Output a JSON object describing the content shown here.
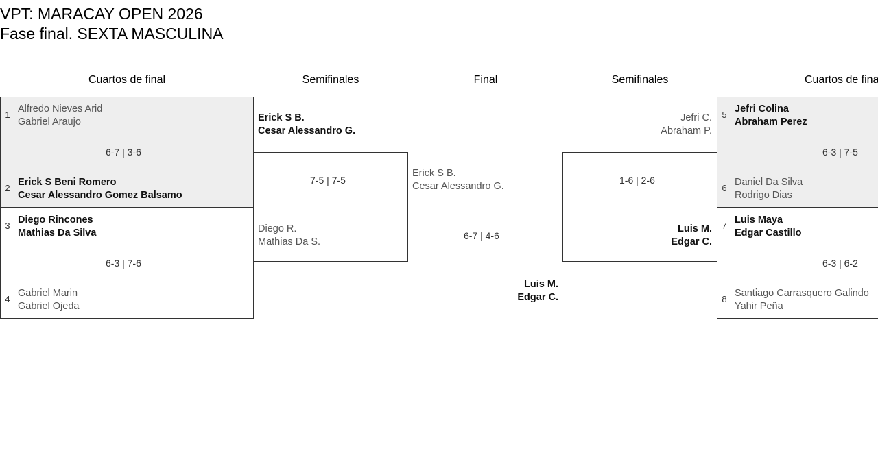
{
  "header": {
    "title_line1": "VPT: MARACAY OPEN 2026",
    "title_line2": "Fase final. SEXTA MASCULINA"
  },
  "rounds": [
    {
      "label": "Cuartos de final"
    },
    {
      "label": "Semifinales"
    },
    {
      "label": "Final"
    },
    {
      "label": "Semifinales"
    },
    {
      "label": "Cuartos de final"
    }
  ],
  "bracket": {
    "left_qf": [
      {
        "match_id": "left-qf-1",
        "score": "6-7 | 3-6",
        "top": {
          "seed": "1",
          "p1": "Alfredo Nieves Arid",
          "p2": "Gabriel Araujo",
          "winner": false
        },
        "bottom": {
          "seed": "2",
          "p1": "Erick S Beni Romero",
          "p2": "Cesar Alessandro Gomez Balsamo",
          "winner": true
        }
      },
      {
        "match_id": "left-qf-2",
        "score": "6-3 | 7-6",
        "top": {
          "seed": "3",
          "p1": "Diego Rincones",
          "p2": "Mathias Da Silva",
          "winner": true
        },
        "bottom": {
          "seed": "4",
          "p1": "Gabriel Marin",
          "p2": "Gabriel Ojeda",
          "winner": false
        }
      }
    ],
    "left_sf": {
      "match_id": "left-sf",
      "score": "7-5 | 7-5",
      "top": {
        "p1": "Erick S B.",
        "p2": "Cesar Alessandro G.",
        "winner": true
      },
      "bottom": {
        "p1": "Diego R.",
        "p2": "Mathias Da S.",
        "winner": false
      }
    },
    "final": {
      "match_id": "final",
      "score": "6-7 | 4-6",
      "left": {
        "p1": "Erick S B.",
        "p2": "Cesar Alessandro G.",
        "winner": false
      },
      "right": {
        "p1": "Luis M.",
        "p2": "Edgar C.",
        "winner": true
      },
      "champion": {
        "p1": "Luis M.",
        "p2": "Edgar C."
      }
    },
    "right_sf": {
      "match_id": "right-sf",
      "score": "1-6 | 2-6",
      "top": {
        "p1": "Jefri C.",
        "p2": "Abraham P.",
        "winner": false
      },
      "bottom": {
        "p1": "Luis M.",
        "p2": "Edgar C.",
        "winner": true
      }
    },
    "right_qf": [
      {
        "match_id": "right-qf-1",
        "score": "6-3 | 7-5",
        "top": {
          "seed": "5",
          "p1": "Jefri Colina",
          "p2": "Abraham Perez",
          "winner": true
        },
        "bottom": {
          "seed": "6",
          "p1": "Daniel Da Silva",
          "p2": "Rodrigo Dias",
          "winner": false
        }
      },
      {
        "match_id": "right-qf-2",
        "score": "6-3 | 6-2",
        "top": {
          "seed": "7",
          "p1": "Luis Maya",
          "p2": "Edgar Castillo",
          "winner": true
        },
        "bottom": {
          "seed": "8",
          "p1": "Santiago Carrasquero Galindo",
          "p2": "Yahir Peña",
          "winner": false
        }
      }
    ]
  },
  "colors": {
    "shade": "#eeeeee",
    "border": "#333333",
    "winner_text": "#111111",
    "loser_text": "#555555"
  }
}
